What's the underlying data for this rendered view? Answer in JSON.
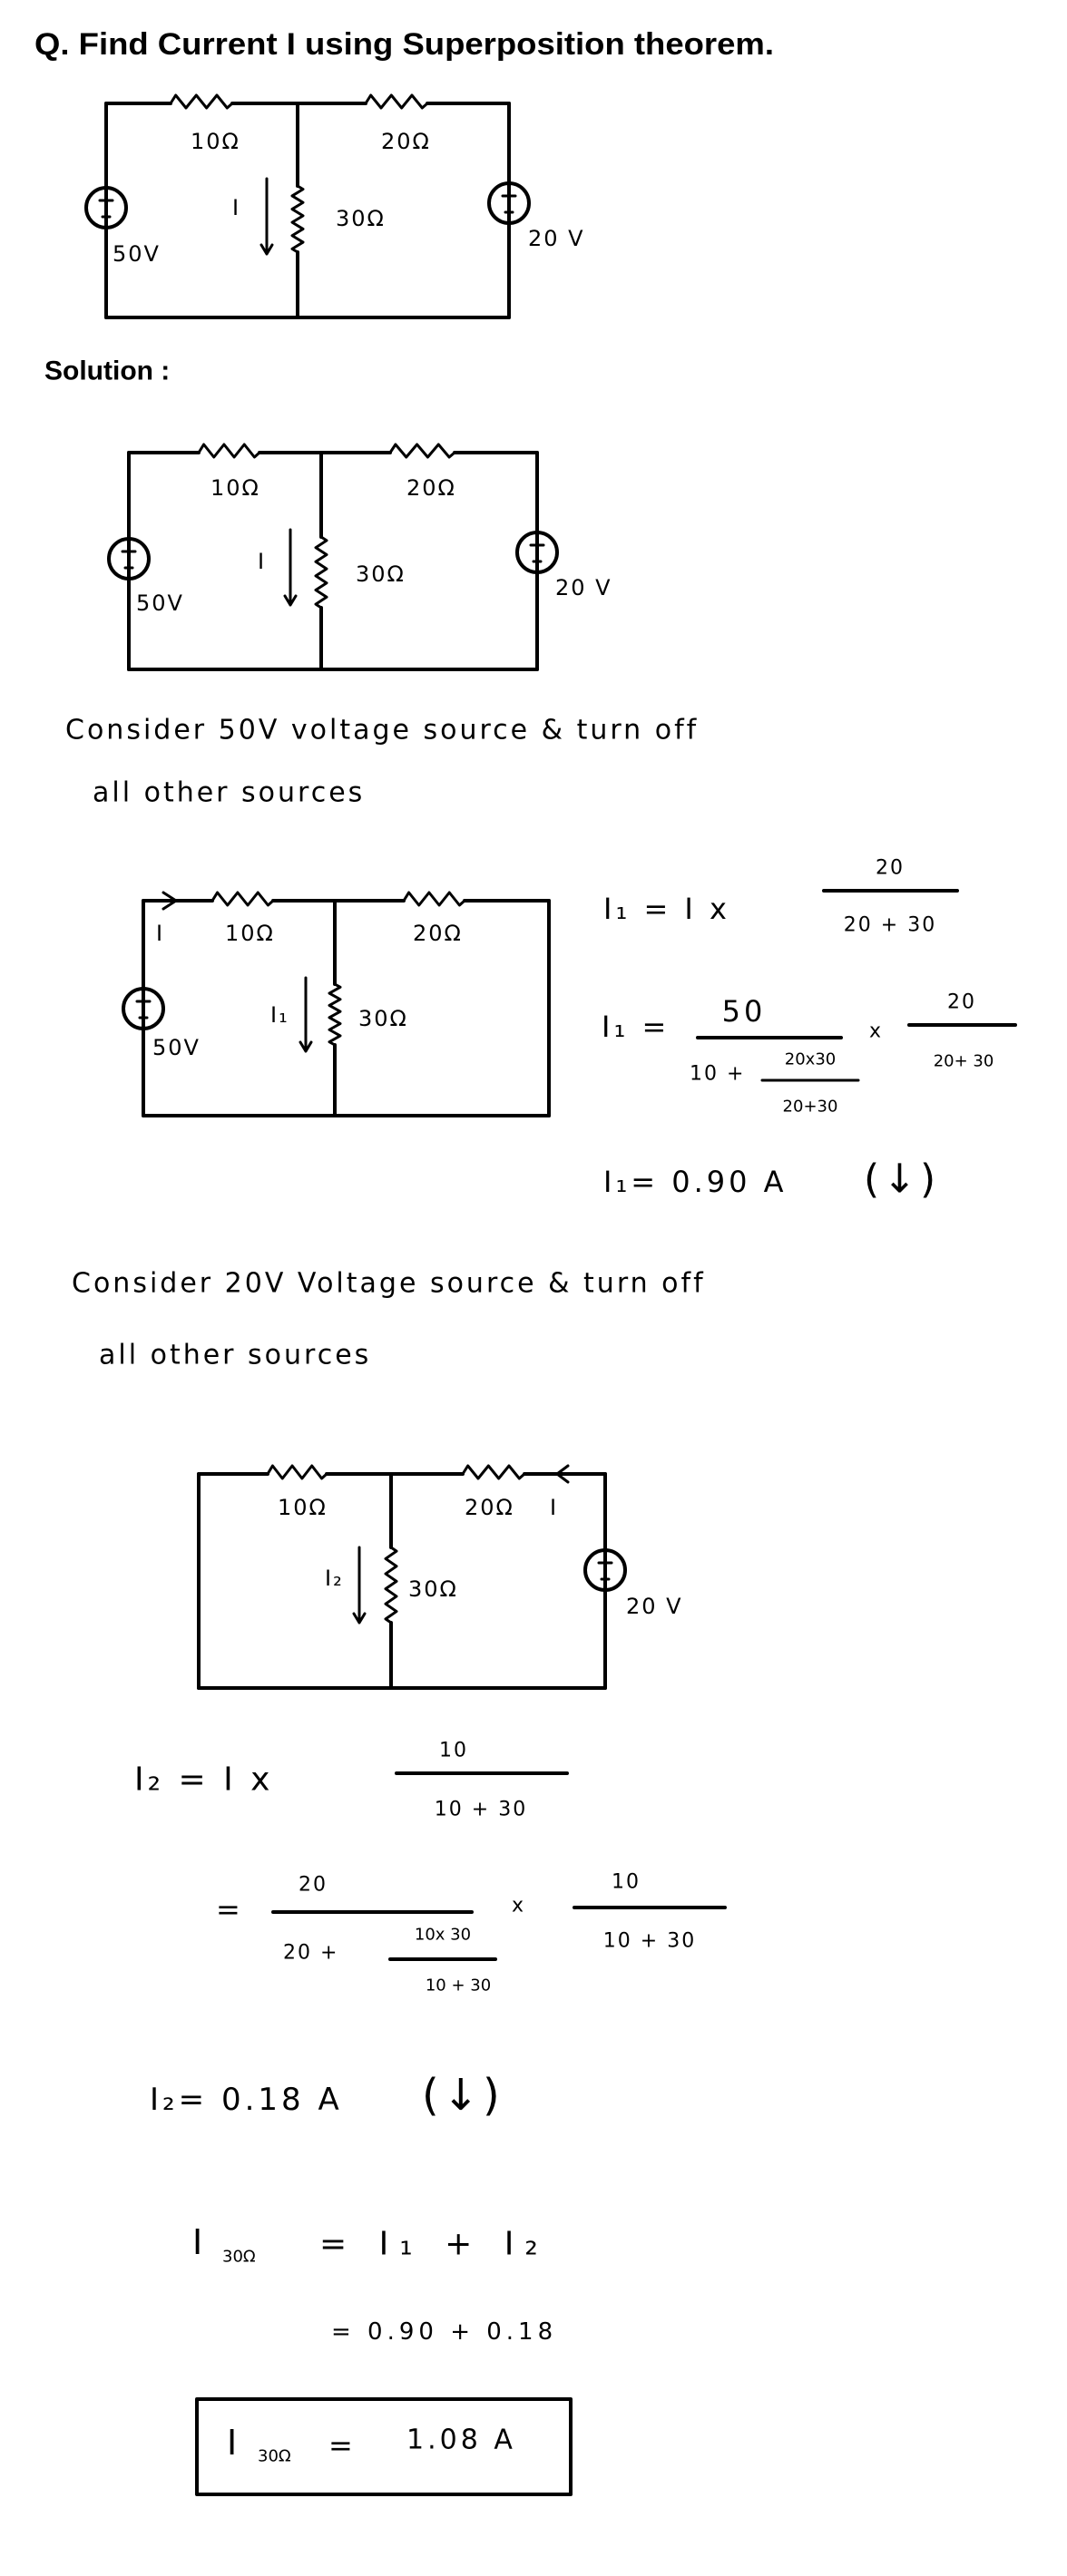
{
  "question": "Q. Find Current I using Superposition theorem.",
  "solution_label": "Solution :",
  "circuit": {
    "r1": "10Ω",
    "r2": "20Ω",
    "r3": "30Ω",
    "v1": "50V",
    "v2": "20 V",
    "current": "I",
    "current_1": "I₁",
    "current_2": "I₂",
    "source_sign": "+ -"
  },
  "step1": {
    "line1": "Consider 50V voltage source & turn off",
    "line2": "all other sources",
    "eq1": {
      "lhs": "I₁ = I x",
      "num": "20",
      "den": "20 + 30"
    },
    "eq2": {
      "lhs": "I₁ =",
      "num": "50",
      "den_prefix": "10 +",
      "den_num": "20x30",
      "den_den": "20+30",
      "times": "x",
      "num2": "20",
      "den2": "20+ 30"
    },
    "result": "I₁= 0.90 A",
    "direction": "(↓)"
  },
  "step2": {
    "line1": "Consider 20V Voltage source & turn off",
    "line2": "all other sources",
    "eq1": {
      "lhs": "I₂ = I x",
      "num": "10",
      "den": "10 + 30"
    },
    "eq2": {
      "lhs": "=",
      "num": "20",
      "den_prefix": "20 +",
      "den_num": "10x 30",
      "den_den": "10 + 30",
      "times": "x",
      "num2": "10",
      "den2": "10 + 30"
    },
    "result": "I₂= 0.18 A",
    "direction": "(↓)"
  },
  "total": {
    "lhs_I": "I",
    "lhs_sub": "30Ω",
    "eq_sum": "= I₁ + I₂",
    "eq_values": "= 0.90 + 0.18",
    "final_eq": "=",
    "final_value": "1.08 A"
  }
}
